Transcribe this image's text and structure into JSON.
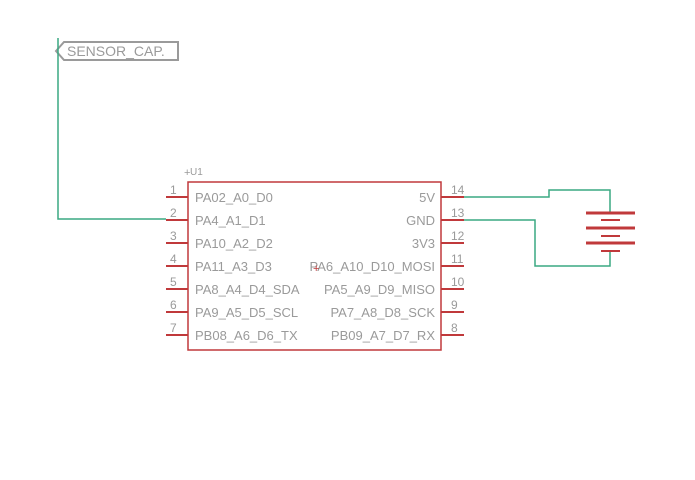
{
  "net_label": {
    "text": "SENSOR_CAP."
  },
  "component": {
    "ref": "U1",
    "left_pins": [
      {
        "number": "1",
        "name": "PA02_A0_D0"
      },
      {
        "number": "2",
        "name": "PA4_A1_D1"
      },
      {
        "number": "3",
        "name": "PA10_A2_D2"
      },
      {
        "number": "4",
        "name": "PA11_A3_D3"
      },
      {
        "number": "5",
        "name": "PA8_A4_D4_SDA"
      },
      {
        "number": "6",
        "name": "PA9_A5_D5_SCL"
      },
      {
        "number": "7",
        "name": "PB08_A6_D6_TX"
      }
    ],
    "right_pins": [
      {
        "number": "14",
        "name": "5V"
      },
      {
        "number": "13",
        "name": "GND"
      },
      {
        "number": "12",
        "name": "3V3"
      },
      {
        "number": "11",
        "name": "PA6_A10_D10_MOSI"
      },
      {
        "number": "10",
        "name": "PA5_A9_D9_MISO"
      },
      {
        "number": "9",
        "name": "PA7_A8_D8_SCK"
      },
      {
        "number": "8",
        "name": "PB09_A7_D7_RX"
      }
    ]
  },
  "colors": {
    "part": "#c0393b",
    "wire": "#3aa882",
    "text": "#9a9a9a",
    "label_border": "#9a9a9a"
  }
}
